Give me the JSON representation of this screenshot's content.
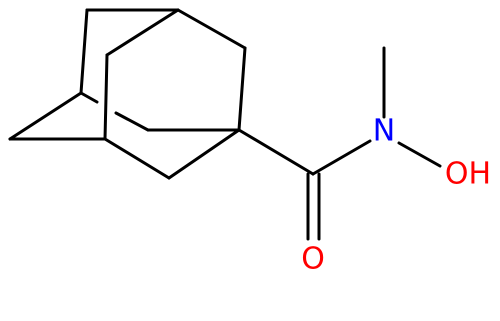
{
  "molecule": {
    "atoms": {
      "nitrogen": {
        "label": "N",
        "color": "#0000ff"
      },
      "hydroxyl": {
        "label": "OH",
        "color": "#ff0000"
      },
      "carbonyl_oxygen": {
        "label": "O",
        "color": "#ff0000"
      }
    },
    "colors": {
      "bond": "#000000",
      "background": "#ffffff"
    }
  }
}
